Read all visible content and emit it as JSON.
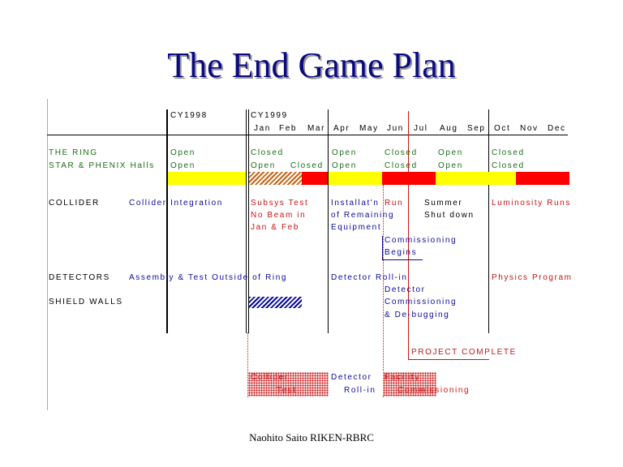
{
  "title": "The End Game Plan",
  "footer": "Naohito Saito RIKEN-RBRC",
  "years": [
    "CY1998",
    "CY1999"
  ],
  "months": [
    "Jan",
    "Feb",
    "Mar",
    "Apr",
    "May",
    "Jun",
    "Jul",
    "Aug",
    "Sep",
    "Oct",
    "Nov",
    "Dec"
  ],
  "rows": {
    "ring": "THE RING",
    "halls": "STAR & PHENIX Halls",
    "collider": "COLLIDER",
    "detectors": "DETECTORS",
    "shield": "SHIELD WALLS"
  },
  "ring_status": [
    "Open",
    "Closed",
    "Open",
    "Closed",
    "Open",
    "Closed"
  ],
  "halls_status": [
    "Open",
    "Open",
    "Closed",
    "Open",
    "Closed",
    "Open",
    "Closed"
  ],
  "collider": {
    "integration": "Collider Integration",
    "subsys": [
      "Subsys Test",
      "No Beam in",
      "Jan & Feb"
    ],
    "install": [
      "Installat'n",
      "of Remaining",
      "Equipment"
    ],
    "run": "Run",
    "summer": [
      "Summer",
      "Shut down"
    ],
    "lumi": "Luminosity Runs",
    "comm": [
      "Commissioning",
      "Begins"
    ]
  },
  "detectors": {
    "assembly": "Assembly & Test Outside of Ring",
    "rollin": "Detector Roll-in",
    "comm": [
      "Detector",
      "Commissioning",
      "& De-bugging"
    ],
    "physics": "Physics Program"
  },
  "project_complete": "PROJECT COMPLETE",
  "bottom": {
    "collider_test": [
      "Collider",
      "Test"
    ],
    "detector_rollin": [
      "Detector",
      "Roll-in"
    ],
    "facility": [
      "Facility",
      "Commissioning"
    ]
  },
  "colors": {
    "open": "#ffff00",
    "closed": "#ff0000"
  }
}
